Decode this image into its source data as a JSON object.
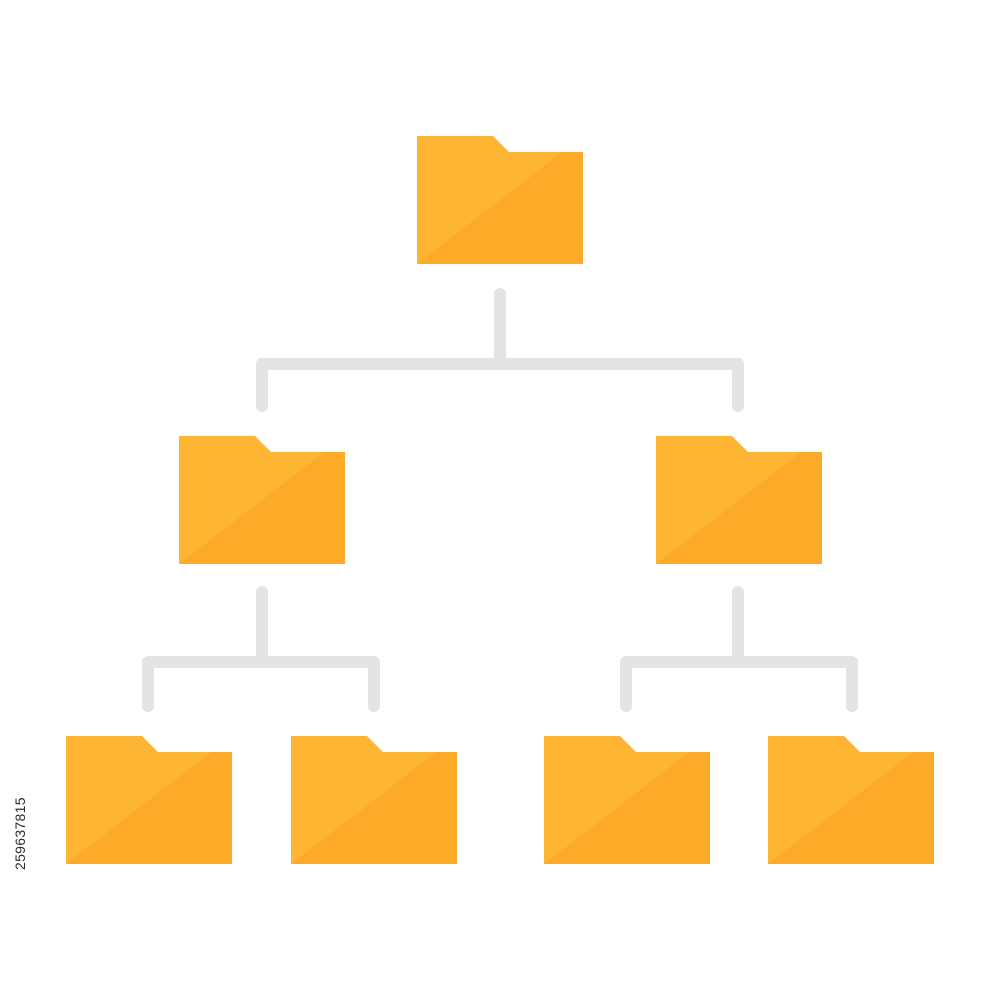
{
  "diagram": {
    "folder_color_light": "#FEB534",
    "folder_color_dark": "#FCAA28",
    "connector_color": "#E4E4E4",
    "folder_icon": "folder-icon",
    "levels": [
      {
        "level": 0,
        "folders": 1
      },
      {
        "level": 1,
        "folders": 2
      },
      {
        "level": 2,
        "folders": 4
      }
    ]
  },
  "watermark": {
    "stock_id": "259637815"
  }
}
